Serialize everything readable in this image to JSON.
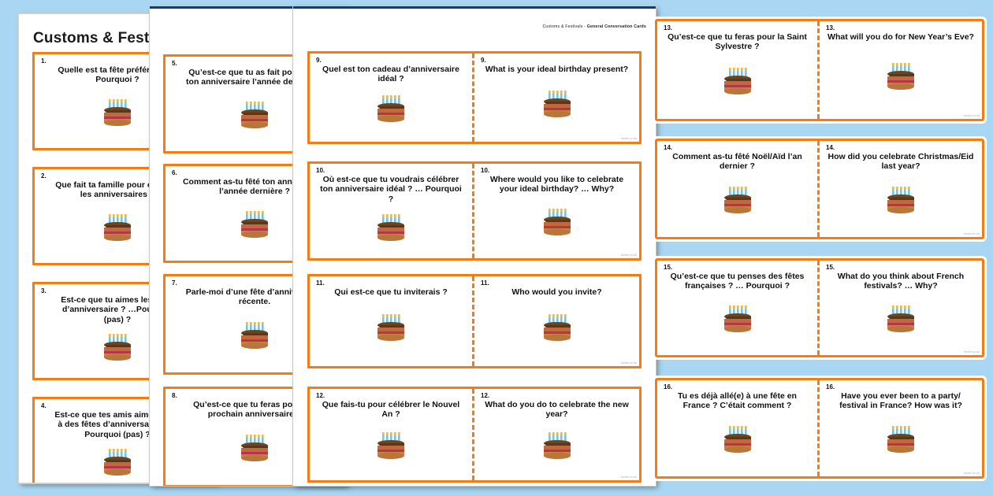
{
  "background_color": "#a9d6f2",
  "accent_color": "#f57c14",
  "pages": [
    {
      "id": "page-1",
      "title": "Customs & Festivals",
      "header": "",
      "layout": "single",
      "cards": [
        {
          "number": "1.",
          "fr": "Quelle est ta fête préférée ? … Pourquoi ?",
          "en": ""
        },
        {
          "number": "2.",
          "fr": "Que fait ta famille pour célébrer les anniversaires ?",
          "en": ""
        },
        {
          "number": "3.",
          "fr": "Est-ce que tu aimes les fêtes d’anniversaire ? …Pourquoi (pas) ?",
          "en": ""
        },
        {
          "number": "4.",
          "fr": "Est-ce que tes amis aiment aller à des fêtes d’anniversaire ? … Pourquoi (pas) ?",
          "en": ""
        }
      ]
    },
    {
      "id": "page-2",
      "title": "",
      "header": "",
      "layout": "single",
      "cards": [
        {
          "number": "5.",
          "fr": "Qu’est-ce que tu as fait pour fêter ton anniversaire l’année dernière ?",
          "en": ""
        },
        {
          "number": "6.",
          "fr": "Comment as-tu fêté ton anniversaire l’année dernière ?",
          "en": ""
        },
        {
          "number": "7.",
          "fr": "Parle-moi d’une fête d’anniversaire récente.",
          "en": ""
        },
        {
          "number": "8.",
          "fr": "Qu’est-ce que tu feras pour ton prochain anniversaire ?",
          "en": ""
        }
      ]
    },
    {
      "id": "page-3",
      "title": "",
      "header_light": "Customs & Festivals - ",
      "header_bold": "General Conversation Cards",
      "layout": "dual",
      "watermark": "twinkl.co.uk",
      "cards": [
        {
          "number": "9.",
          "fr": "Quel est ton cadeau d’anniversaire idéal ?",
          "en": "What is your ideal birthday present?"
        },
        {
          "number": "10.",
          "fr": "Où est-ce que tu voudrais célébrer ton anniversaire idéal ? … Pourquoi ?",
          "en": "Where would you like to celebrate your ideal birthday? … Why?"
        },
        {
          "number": "11.",
          "fr": "Qui est-ce que tu inviterais ?",
          "en": "Who would you invite?"
        },
        {
          "number": "12.",
          "fr": "Que fais-tu pour célébrer le Nouvel An ?",
          "en": "What do you do to celebrate the new year?"
        }
      ]
    },
    {
      "id": "page-4",
      "title": "",
      "header": "",
      "layout": "dual",
      "watermark": "twinkl.co.uk",
      "cards": [
        {
          "number": "13.",
          "fr": "Qu’est-ce que tu feras pour la Saint Sylvestre ?",
          "en": "What will you do for New Year’s Eve?"
        },
        {
          "number": "14.",
          "fr": "Comment as-tu fêté Noël/Aïd l’an dernier ?",
          "en": "How did you celebrate Christmas/Eid last year?"
        },
        {
          "number": "15.",
          "fr": "Qu’est-ce que tu penses des fêtes françaises ? … Pourquoi ?",
          "en": "What do you think about French festivals? … Why?"
        },
        {
          "number": "16.",
          "fr": "Tu es déjà allé(e) à une fête en France ? C’était comment ?",
          "en": "Have you ever been to a party/ festival in France? How was it?"
        }
      ]
    }
  ]
}
